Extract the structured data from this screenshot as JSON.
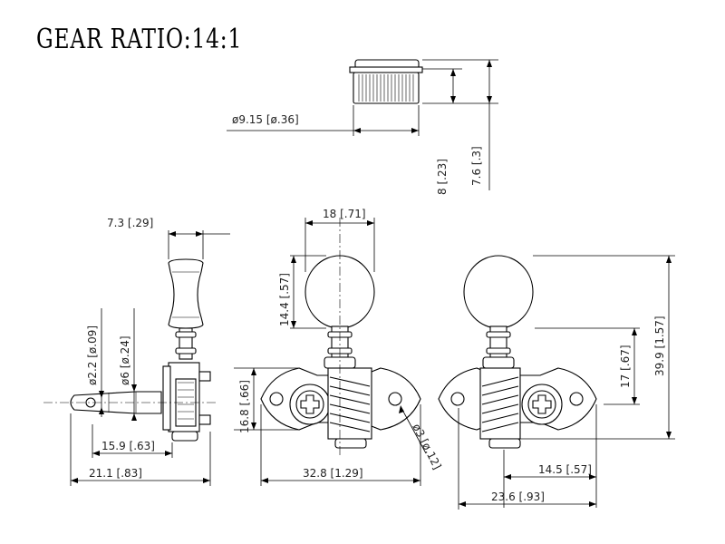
{
  "title": "GEAR RATIO:14:1",
  "dimensions": {
    "bushing_diameter": "ø9.15 [ø.36]",
    "bushing_flange_height": "8 [.23]",
    "bushing_height": "7.6 [.3]",
    "button_thickness": "7.3 [.29]",
    "string_hole_diameter": "ø2.2 [ø.09]",
    "shaft_diameter": "ø6 [ø.24]",
    "post_length": "15.9 [.63]",
    "side_overall_length": "21.1 [.83]",
    "button_width": "18 [.71]",
    "button_height": "14.4 [.57]",
    "plate_height": "16.8 [.66]",
    "screw_hole_diameter": "ø3 [ø.12]",
    "plate_length": "32.8 [1.29]",
    "overall_height": "39.9 [1.57]",
    "button_to_post": "17 [.67]",
    "post_offset": "14.5 [.57]",
    "post_to_end": "23.6 [.93]"
  }
}
